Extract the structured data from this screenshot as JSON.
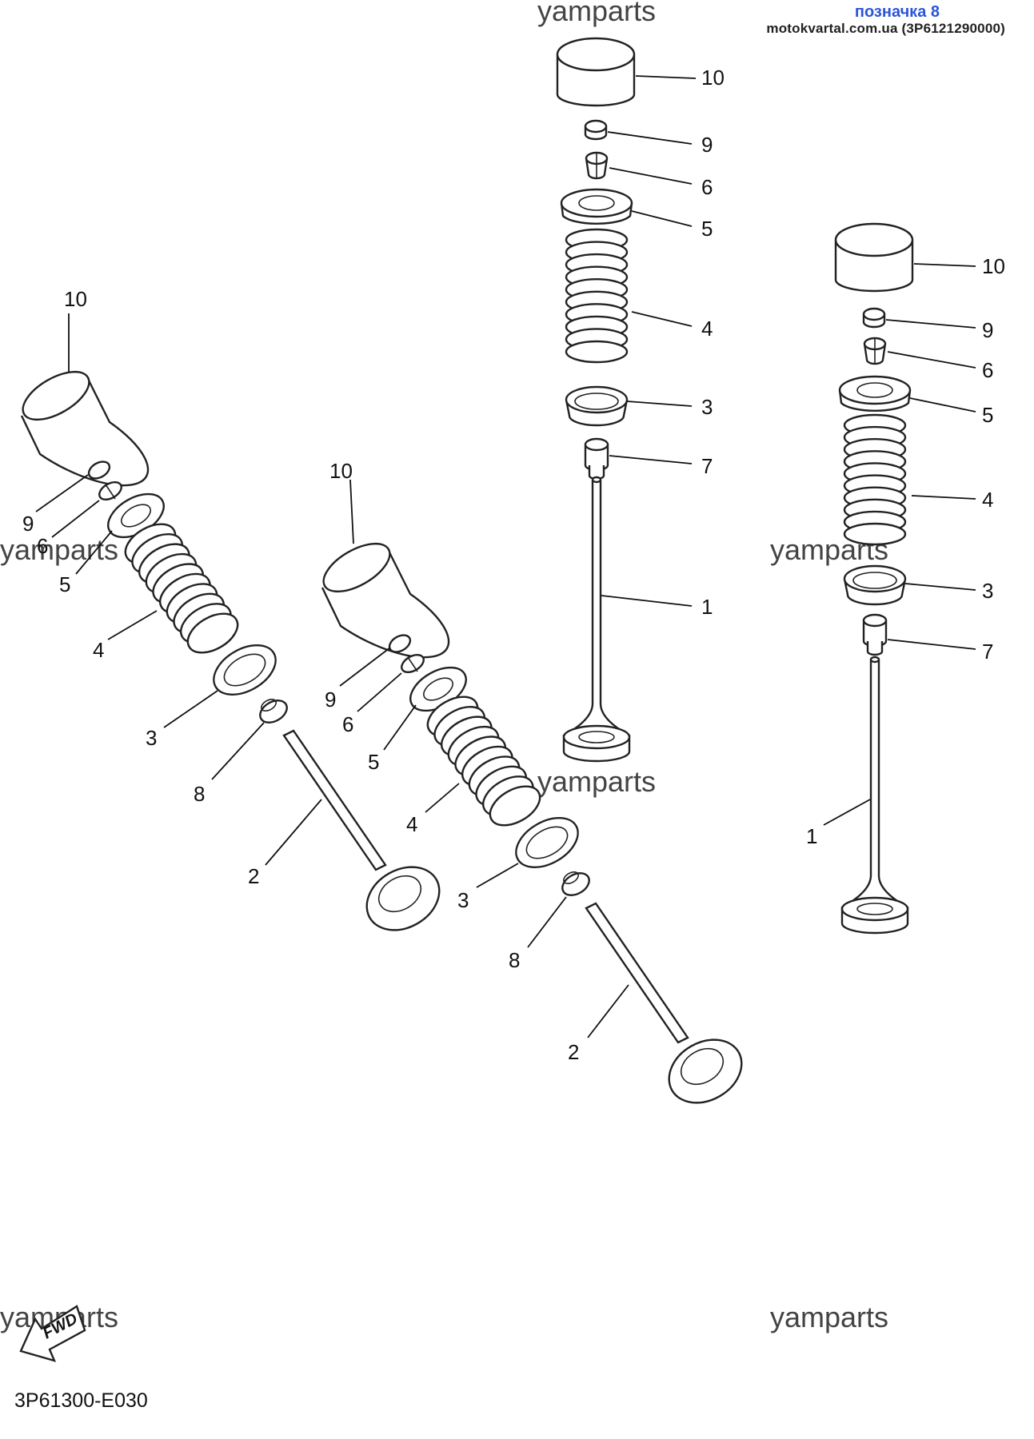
{
  "header": {
    "marker": "позначка 8",
    "source": "motokvartal.com.ua (3P6121290000)"
  },
  "watermark": "yamparts",
  "diagram_code": "3P61300-E030",
  "fwd_label": "FWD",
  "callouts": [
    "1",
    "2",
    "3",
    "4",
    "5",
    "6",
    "7",
    "8",
    "9",
    "10"
  ]
}
